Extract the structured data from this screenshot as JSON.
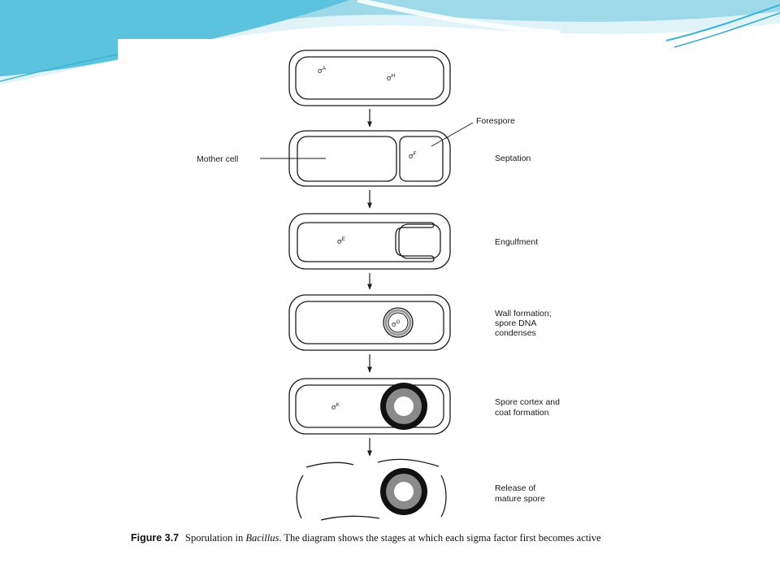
{
  "theme": {
    "banner_light": "#dff3f8",
    "banner_mid": "#9ed9ea",
    "banner_dark": "#3ab3d6"
  },
  "diagram": {
    "sigma_symbol": "σ",
    "sigma_A": "A",
    "sigma_H": "H",
    "sigma_F": "F",
    "sigma_E": "E",
    "sigma_G": "G",
    "sigma_K": "K",
    "label_forespore": "Forespore",
    "label_mother_cell": "Mother cell",
    "stages": [
      {
        "lines": [
          "Septation"
        ]
      },
      {
        "lines": [
          "Engulfment"
        ]
      },
      {
        "lines": [
          "Wall formation;",
          "spore DNA",
          "condenses"
        ]
      },
      {
        "lines": [
          "Spore cortex and",
          "coat formation"
        ]
      },
      {
        "lines": [
          "Release of",
          "mature spore"
        ]
      }
    ]
  },
  "caption": {
    "figure_number": "Figure 3.7",
    "text_before": "Sporulation in ",
    "genus": "Bacillus",
    "text_after": ". The diagram shows the stages at which each sigma factor first becomes active"
  }
}
